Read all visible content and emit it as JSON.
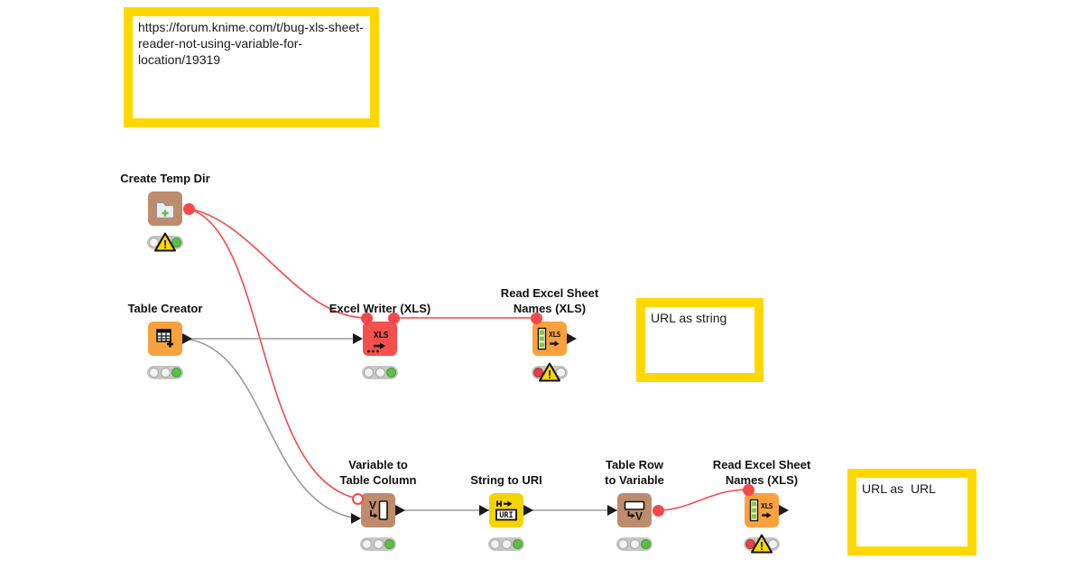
{
  "app": {
    "name": "KNIME workflow editor canvas"
  },
  "colors": {
    "annotation_border": "#ffd800",
    "flow_variable_wire": "#f4494b",
    "data_wire": "#9a9a9a",
    "node_brown": "#be8c6d",
    "node_orange": "#f9a13d",
    "node_red": "#f5504e",
    "node_yellow": "#f6d403",
    "status_green": "#5cbe48",
    "status_red": "#e04545",
    "warning_yellow": "#ffd800"
  },
  "annotations": [
    {
      "text": "https://forum.knime.com/t/bug-xls-sheet-reader-not-using-variable-for-location/19319"
    },
    {
      "text": "URL as string"
    },
    {
      "text": "URL as  URL"
    }
  ],
  "nodes": [
    {
      "label": "Create Temp Dir",
      "icon": "folder-plus-icon",
      "color": "#be8c6d",
      "status": "warning-and-green"
    },
    {
      "label": "Table Creator",
      "icon": "table-plus-icon",
      "color": "#f9a13d",
      "status": "green"
    },
    {
      "label": "Excel Writer (XLS)",
      "icon": "xls-write-icon",
      "color": "#f5504e",
      "status": "green"
    },
    {
      "label": "Read Excel Sheet\nNames (XLS)",
      "icon": "xls-sheets-icon",
      "color": "#f9a13d",
      "status": "error-and-warning"
    },
    {
      "label": "Variable to\nTable Column",
      "icon": "variable-to-column-icon",
      "color": "#be8c6d",
      "status": "green"
    },
    {
      "label": "String to URI",
      "icon": "string-to-uri-icon",
      "color": "#f6d403",
      "status": "green"
    },
    {
      "label": "Table Row\nto Variable",
      "icon": "row-to-variable-icon",
      "color": "#be8c6d",
      "status": "green"
    },
    {
      "label": "Read Excel Sheet\nNames (XLS)",
      "icon": "xls-sheets-icon",
      "color": "#f9a13d",
      "status": "error-and-warning"
    }
  ]
}
